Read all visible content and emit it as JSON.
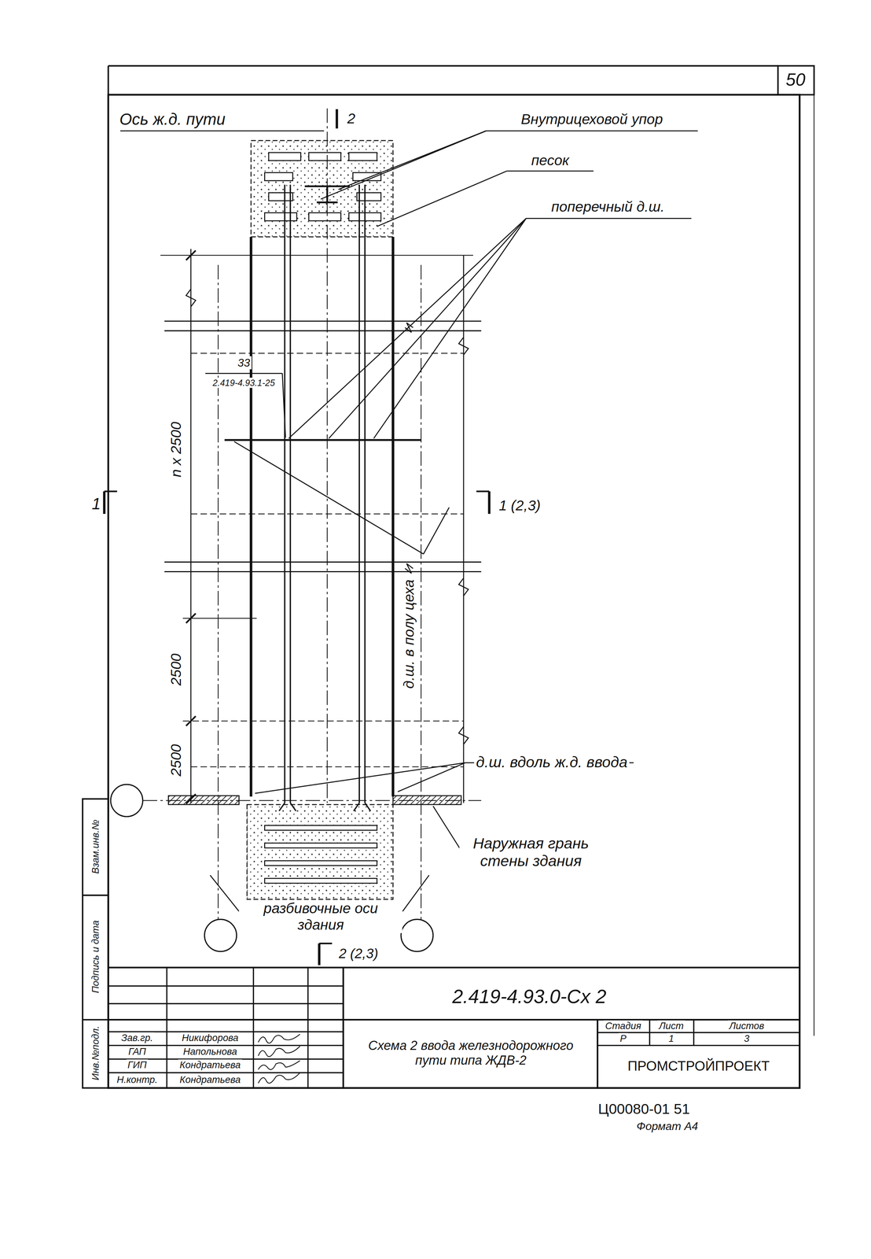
{
  "diagram": {
    "labels": [
      "50",
      "Ось ж.д. пути",
      "2",
      "Внутрицеховой упор",
      "песок",
      "поперечный д.ш.",
      "33",
      "2.419-4.93.1-25",
      "n x 2500",
      "1",
      "1 (2,3)",
      "2500",
      "2500",
      "д.ш. в полу цеха",
      "д.ш. вдоль ж.д. ввода",
      "Наружная грань стены здания",
      "разбивочные оси здания",
      "2 (2,3)",
      "2.419-4.93.0-Сх 2",
      "Схема 2 ввода железнодорожного пути типа ЖДВ-2",
      "Стадия",
      "Лист",
      "Листов",
      "Р",
      "1",
      "3",
      "ПРОМСТРОЙПРОЕКТ",
      "Зав.гр.",
      "Никифорова",
      "ГАП",
      "Напольнова",
      "ГИП",
      "Кондратьева",
      "Н.контр.",
      "Кондратьева",
      "Взам.инв.№",
      "Подпись и дата",
      "Инв.№подл.",
      "Ц00080-01 51",
      "Формат А4"
    ]
  }
}
